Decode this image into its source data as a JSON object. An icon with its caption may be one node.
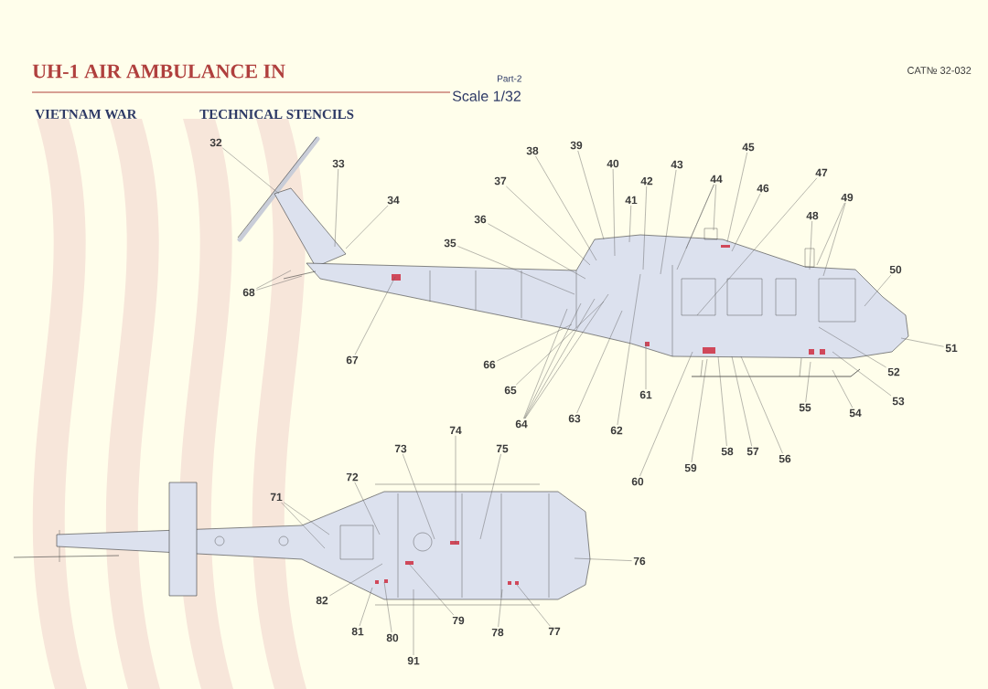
{
  "diagram": {
    "title": "UH-1 AIR AMBULANCE IN",
    "nodes": [
      {
        "text": [
          "32"
        ]
      },
      {
        "text": [
          "33"
        ]
      },
      {
        "text": [
          "34"
        ]
      },
      {
        "text": [
          "35"
        ]
      },
      {
        "text": [
          "36"
        ]
      },
      {
        "text": [
          "37"
        ]
      },
      {
        "text": [
          "38"
        ]
      },
      {
        "text": [
          "39"
        ]
      },
      {
        "text": [
          "40"
        ]
      },
      {
        "text": [
          "41"
        ]
      },
      {
        "text": [
          "42"
        ]
      },
      {
        "text": [
          "43"
        ]
      },
      {
        "text": [
          "44"
        ]
      },
      {
        "text": [
          "45"
        ]
      },
      {
        "text": [
          "46"
        ]
      },
      {
        "text": [
          "47"
        ]
      },
      {
        "text": [
          "48"
        ]
      },
      {
        "text": [
          "49"
        ]
      },
      {
        "text": [
          "50"
        ]
      },
      {
        "text": [
          "51"
        ]
      },
      {
        "text": [
          "52"
        ]
      },
      {
        "text": [
          "53"
        ]
      },
      {
        "text": [
          "54"
        ]
      },
      {
        "text": [
          "55"
        ]
      },
      {
        "text": [
          "56"
        ]
      },
      {
        "text": [
          "57"
        ]
      },
      {
        "text": [
          "58"
        ]
      },
      {
        "text": [
          "59"
        ]
      },
      {
        "text": [
          "60"
        ]
      },
      {
        "text": [
          "61"
        ]
      },
      {
        "text": [
          "62"
        ]
      },
      {
        "text": [
          "63"
        ]
      },
      {
        "text": [
          "64"
        ]
      },
      {
        "text": [
          "65"
        ]
      },
      {
        "text": [
          "66"
        ]
      },
      {
        "text": [
          "67"
        ]
      },
      {
        "text": [
          "68"
        ]
      },
      {
        "text": [
          "71"
        ]
      },
      {
        "text": [
          "72"
        ]
      },
      {
        "text": [
          "73"
        ]
      },
      {
        "text": [
          "74"
        ]
      },
      {
        "text": [
          "75"
        ]
      },
      {
        "text": [
          "76"
        ]
      },
      {
        "text": [
          "77"
        ]
      },
      {
        "text": [
          "78"
        ]
      },
      {
        "text": [
          "79"
        ]
      },
      {
        "text": [
          "80"
        ]
      },
      {
        "text": [
          "81"
        ]
      },
      {
        "text": [
          "82"
        ]
      },
      {
        "text": [
          "91"
        ]
      }
    ],
    "edges": [
      {
        "from": 0,
        "to": null,
        "arrow": "none"
      },
      {
        "from": 1,
        "to": null,
        "arrow": "none"
      },
      {
        "from": 2,
        "to": null,
        "arrow": "none"
      },
      {
        "from": 3,
        "to": null,
        "arrow": "none"
      },
      {
        "from": 4,
        "to": null,
        "arrow": "none"
      },
      {
        "from": 5,
        "to": null,
        "arrow": "none"
      },
      {
        "from": 6,
        "to": null,
        "arrow": "none"
      },
      {
        "from": 7,
        "to": null,
        "arrow": "none"
      },
      {
        "from": 8,
        "to": null,
        "arrow": "none"
      },
      {
        "from": 9,
        "to": null,
        "arrow": "none"
      },
      {
        "from": 10,
        "to": null,
        "arrow": "none"
      },
      {
        "from": 11,
        "to": null,
        "arrow": "none"
      },
      {
        "from": 12,
        "to": null,
        "arrow": "none"
      },
      {
        "from": 12,
        "to": null,
        "arrow": "none"
      },
      {
        "from": 12,
        "to": null,
        "arrow": "none"
      },
      {
        "from": 13,
        "to": null,
        "arrow": "none"
      },
      {
        "from": 14,
        "to": null,
        "arrow": "none"
      },
      {
        "from": 15,
        "to": null,
        "arrow": "none"
      },
      {
        "from": 16,
        "to": null,
        "arrow": "none"
      },
      {
        "from": 17,
        "to": null,
        "arrow": "none"
      },
      {
        "from": 17,
        "to": null,
        "arrow": "none"
      },
      {
        "from": 18,
        "to": null,
        "arrow": "none"
      },
      {
        "from": 19,
        "to": null,
        "arrow": "none"
      },
      {
        "from": 20,
        "to": null,
        "arrow": "none"
      },
      {
        "from": 21,
        "to": null,
        "arrow": "none"
      },
      {
        "from": 22,
        "to": null,
        "arrow": "none"
      },
      {
        "from": 23,
        "to": null,
        "arrow": "none"
      },
      {
        "from": 24,
        "to": null,
        "arrow": "none"
      },
      {
        "from": 25,
        "to": null,
        "arrow": "none"
      },
      {
        "from": 26,
        "to": null,
        "arrow": "none"
      },
      {
        "from": 27,
        "to": null,
        "arrow": "none"
      },
      {
        "from": 28,
        "to": null,
        "arrow": "none"
      },
      {
        "from": 29,
        "to": null,
        "arrow": "none"
      },
      {
        "from": 30,
        "to": null,
        "arrow": "none"
      },
      {
        "from": 31,
        "to": null,
        "arrow": "none"
      },
      {
        "from": 32,
        "to": null,
        "arrow": "none"
      },
      {
        "from": 32,
        "to": null,
        "arrow": "none"
      },
      {
        "from": 32,
        "to": null,
        "arrow": "none"
      },
      {
        "from": 32,
        "to": null,
        "arrow": "none"
      },
      {
        "from": 33,
        "to": null,
        "arrow": "none"
      },
      {
        "from": 34,
        "to": null,
        "arrow": "none"
      },
      {
        "from": 35,
        "to": null,
        "arrow": "none"
      },
      {
        "from": 36,
        "to": null,
        "arrow": "none"
      },
      {
        "from": 36,
        "to": null,
        "arrow": "none"
      },
      {
        "from": 37,
        "to": null,
        "arrow": "none"
      },
      {
        "from": 37,
        "to": null,
        "arrow": "none"
      },
      {
        "from": 38,
        "to": null,
        "arrow": "none"
      },
      {
        "from": 39,
        "to": null,
        "arrow": "none"
      },
      {
        "from": 40,
        "to": null,
        "arrow": "none"
      },
      {
        "from": 41,
        "to": null,
        "arrow": "none"
      },
      {
        "from": 42,
        "to": null,
        "arrow": "none"
      },
      {
        "from": 43,
        "to": null,
        "arrow": "none"
      },
      {
        "from": 44,
        "to": null,
        "arrow": "none"
      },
      {
        "from": 45,
        "to": null,
        "arrow": "none"
      },
      {
        "from": 46,
        "to": null,
        "arrow": "none"
      },
      {
        "from": 47,
        "to": null,
        "arrow": "none"
      },
      {
        "from": 48,
        "to": null,
        "arrow": "none"
      },
      {
        "from": 49,
        "to": null,
        "arrow": "none"
      }
    ],
    "labels": [
      "VIETNAM WAR",
      "TECHNICAL STENCILS",
      "Part-2",
      "Scale 1/32",
      "CAT№ 32-032"
    ]
  }
}
